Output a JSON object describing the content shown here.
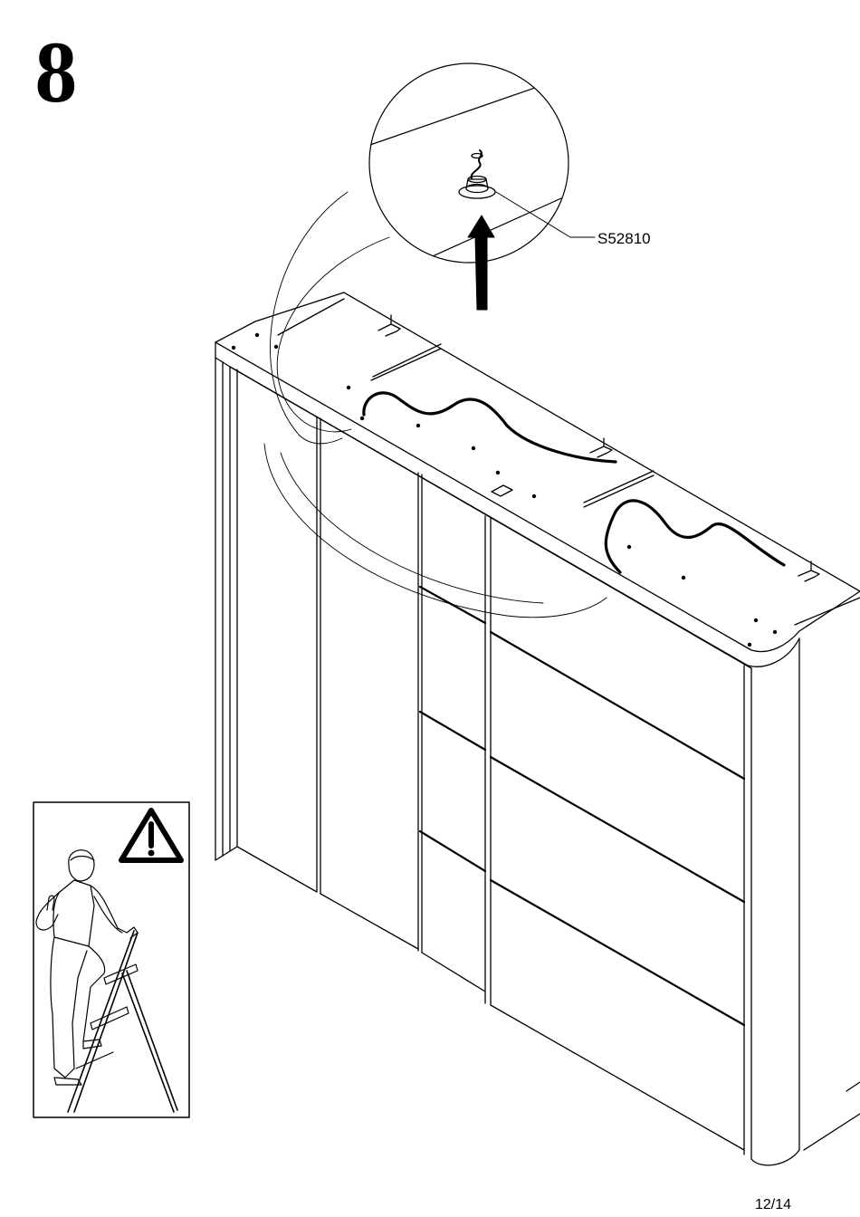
{
  "step": {
    "number": "8"
  },
  "callout": {
    "part_code": "S52810"
  },
  "footer": {
    "page": "12/14"
  },
  "icons": {
    "warning": "warning-triangle-icon",
    "person": "person-on-ladder-icon",
    "arrow": "arrow-up-icon"
  },
  "colors": {
    "ink": "#000000",
    "background": "#ffffff"
  }
}
